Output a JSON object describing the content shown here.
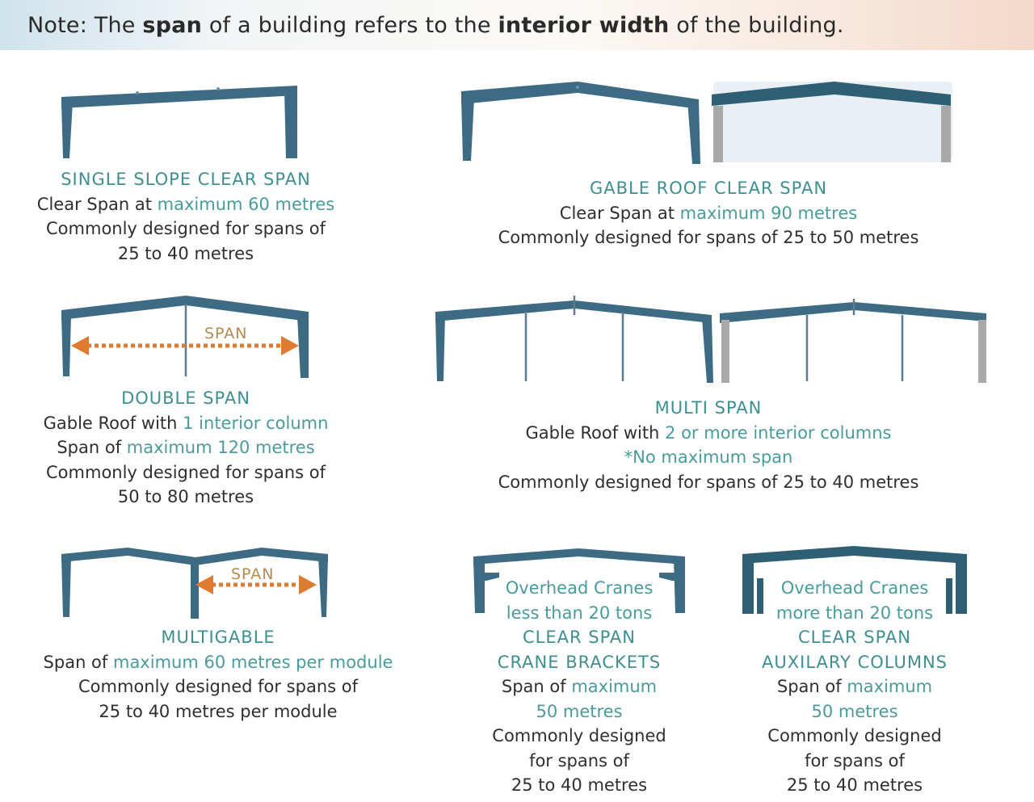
{
  "note": {
    "prefix": "Note: The ",
    "span_word": "span",
    "middle": " of a building refers to the ",
    "width_phrase": "interior width",
    "suffix": " of the building."
  },
  "single_slope": {
    "title": "SINGLE SLOPE CLEAR SPAN",
    "l1_prefix": "Clear Span at ",
    "l1_highlight": "maximum 60 metres",
    "l2": "Commonly designed for spans of",
    "l3": "25 to 40 metres"
  },
  "gable_roof": {
    "title": "GABLE ROOF CLEAR SPAN",
    "l1_prefix": "Clear Span at ",
    "l1_highlight": "maximum 90 metres",
    "l2": "Commonly designed for spans of 25 to 50 metres"
  },
  "double_span": {
    "span_label": "SPAN",
    "title": "DOUBLE SPAN",
    "l1_prefix": "Gable Roof with ",
    "l1_highlight": "1 interior column",
    "l2_prefix": "Span of ",
    "l2_highlight": "maximum 120 metres",
    "l3": "Commonly designed for spans of",
    "l4": "50 to 80 metres"
  },
  "multi_span": {
    "title": "MULTI SPAN",
    "l1_prefix": "Gable Roof with ",
    "l1_highlight": "2 or more interior columns",
    "l2_highlight": "*No maximum span",
    "l3": "Commonly designed for spans of 25 to 40 metres"
  },
  "multigable": {
    "span_label": "SPAN",
    "title": "MULTIGABLE",
    "l1_prefix": "Span of ",
    "l1_highlight": "maximum 60 metres per module",
    "l2": "Commonly designed for spans of",
    "l3": "25 to 40 metres per module"
  },
  "crane_brackets": {
    "t1": "Overhead Cranes",
    "t2": "less than 20 tons",
    "t3": "CLEAR SPAN",
    "t4": "CRANE BRACKETS",
    "l1_prefix": "Span of ",
    "l1_highlight": "maximum",
    "l2_highlight": "50 metres",
    "l3": "Commonly designed",
    "l4": "for spans of",
    "l5": "25 to 40 metres"
  },
  "auxiliary_columns": {
    "t1": "Overhead Cranes",
    "t2": "more than 20 tons",
    "t3": "CLEAR SPAN",
    "t4": "AUXILARY COLUMNS",
    "l1_prefix": "Span of ",
    "l1_highlight": "maximum",
    "l2_highlight": "50 metres",
    "l3": "Commonly designed",
    "l4": "for spans of",
    "l5": "25 to 40 metres"
  }
}
